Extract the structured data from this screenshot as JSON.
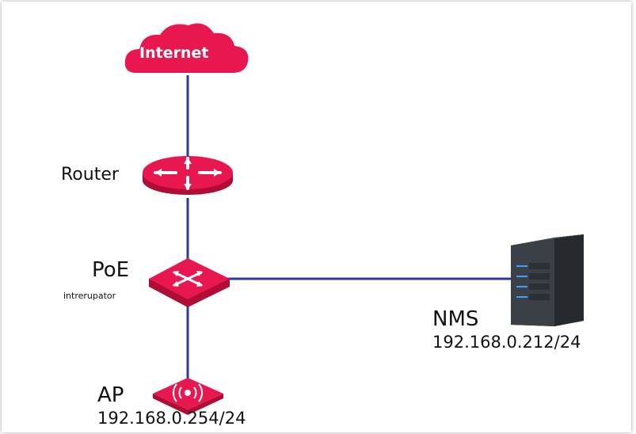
{
  "nodes": {
    "internet": {
      "label": "Internet",
      "icon": "cloud-icon"
    },
    "router": {
      "label": "Router",
      "icon": "router-icon"
    },
    "poe_switch": {
      "label": "PoE",
      "sublabel": "intrerupator",
      "icon": "switch-icon"
    },
    "nms": {
      "label": "NMS",
      "ip": "192.168.0.212/24",
      "icon": "server-icon"
    },
    "ap": {
      "label": "AP",
      "ip": "192.168.0.254/24",
      "icon": "access-point-icon"
    }
  },
  "colors": {
    "device": "#e8174f",
    "device_dark": "#b00c36",
    "link": "#2b3aa0",
    "server": "#2e3338",
    "server_led": "#3aa0ff"
  }
}
